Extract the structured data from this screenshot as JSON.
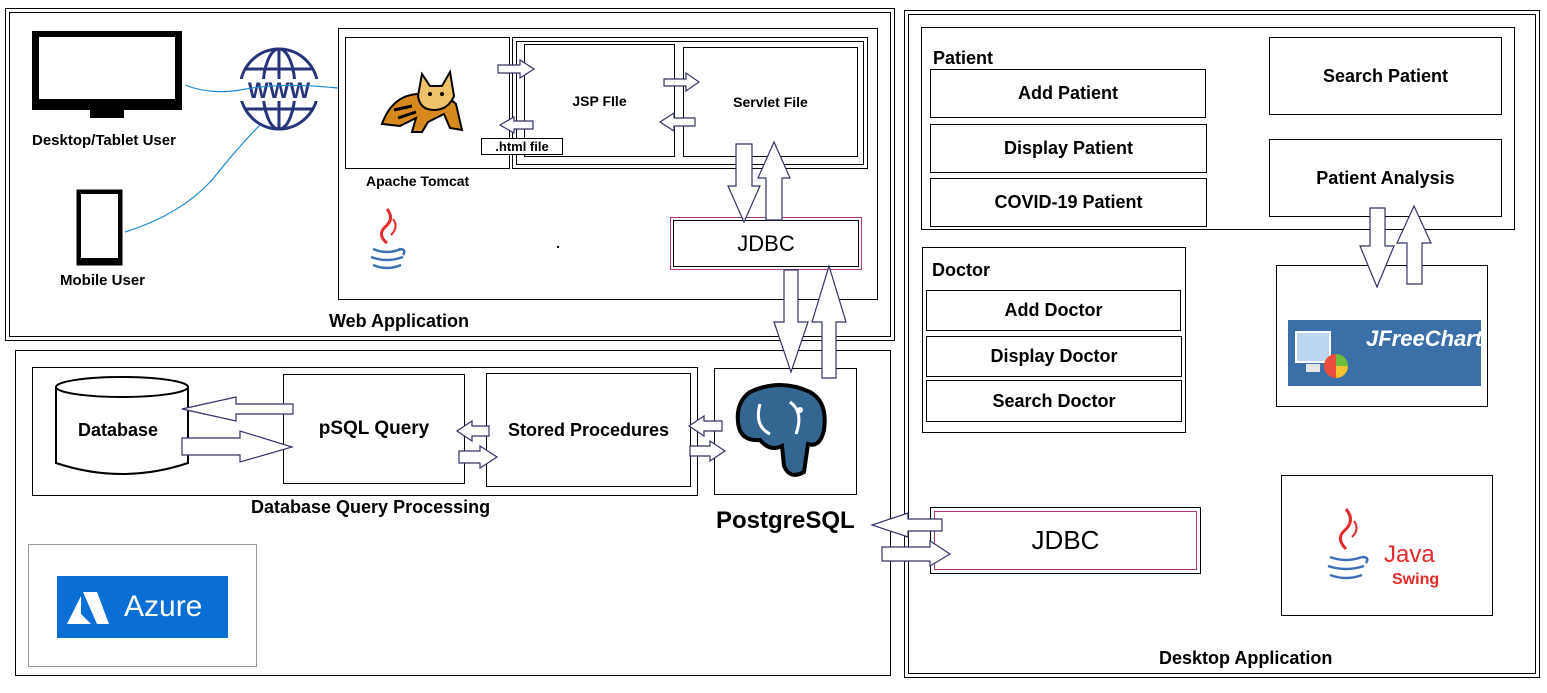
{
  "web_app": {
    "title": "Web Application",
    "desktop_user": "Desktop/Tablet User",
    "mobile_user": "Mobile User",
    "www": "WWW",
    "tomcat": "Apache Tomcat",
    "jsp": "JSP FIle",
    "servlet": "Servlet File",
    "html_file": ".html file",
    "jdbc": "JDBC"
  },
  "db_section": {
    "title": "Database Query Processing",
    "database": "Database",
    "psql_query": "pSQL Query",
    "stored_procedures": "Stored Procedures",
    "postgres": "PostgreSQL",
    "azure": "Azure"
  },
  "desktop_app": {
    "title": "Desktop Application",
    "patient_heading": "Patient",
    "patient_buttons": [
      "Add Patient",
      "Display Patient",
      "COVID-19 Patient"
    ],
    "search_patient": "Search Patient",
    "patient_analysis": "Patient Analysis",
    "doctor_heading": "Doctor",
    "doctor_buttons": [
      "Add Doctor",
      "Display Doctor",
      "Search Doctor"
    ],
    "jfreechart": "JFreeChart",
    "jdbc": "JDBC",
    "java": "Java",
    "swing": "Swing"
  },
  "colors": {
    "jdbc_border": "#b0367a",
    "azure_blue": "#0a6fd4",
    "jfreechart_blue": "#3a6fa8",
    "postgres_blue": "#336791",
    "tomcat_orange": "#d68a1e",
    "java_red": "#e32b2b",
    "java_blue": "#3b6fb6",
    "connector_blue": "#1d8ad0",
    "arrow_outline": "#33336b"
  }
}
